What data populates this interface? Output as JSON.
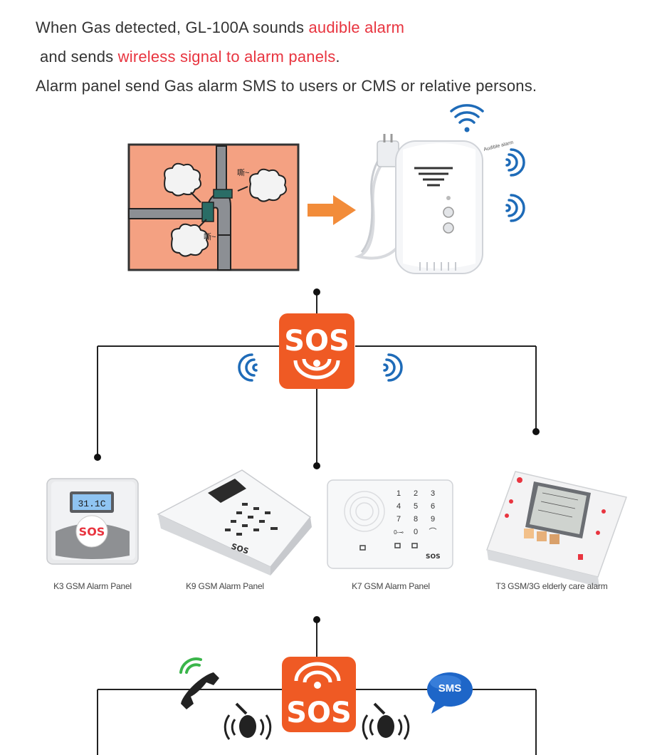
{
  "intro": {
    "line1_prefix": "When Gas detected, GL-100A sounds ",
    "line1_highlight": "audible alarm",
    "line2_prefix": "and sends ",
    "line2_highlight": "wireless signal to alarm panels",
    "line2_suffix": ".",
    "line3": "Alarm panel send Gas alarm SMS to users or CMS or relative persons."
  },
  "detector": {
    "audible_label": "Audible alarm"
  },
  "gas_scene": {
    "hiss_label_1": "嘶~",
    "hiss_label_2": "嘶~"
  },
  "sos_badge": {
    "label": "SOS"
  },
  "panels": [
    {
      "caption": "K3 GSM Alarm Panel",
      "display": "31.1C",
      "logo": "SOS"
    },
    {
      "caption": "K9  GSM Alarm Panel",
      "logo": "SOS"
    },
    {
      "caption": "K7 GSM Alarm Panel",
      "logo": "SOS",
      "keys": [
        "1",
        "2",
        "3",
        "4",
        "5",
        "6",
        "7",
        "8",
        "9",
        "0-⊸",
        "0",
        "⌒"
      ]
    },
    {
      "caption": "T3 GSM/3G elderly care alarm"
    }
  ],
  "bottom": {
    "sms_label": "SMS",
    "sos_label": "SOS"
  },
  "colors": {
    "accent_red": "#e8343f",
    "sos_orange": "#ef5a24",
    "wave_blue": "#1e6bb8",
    "phone_green": "#3ab54a"
  }
}
